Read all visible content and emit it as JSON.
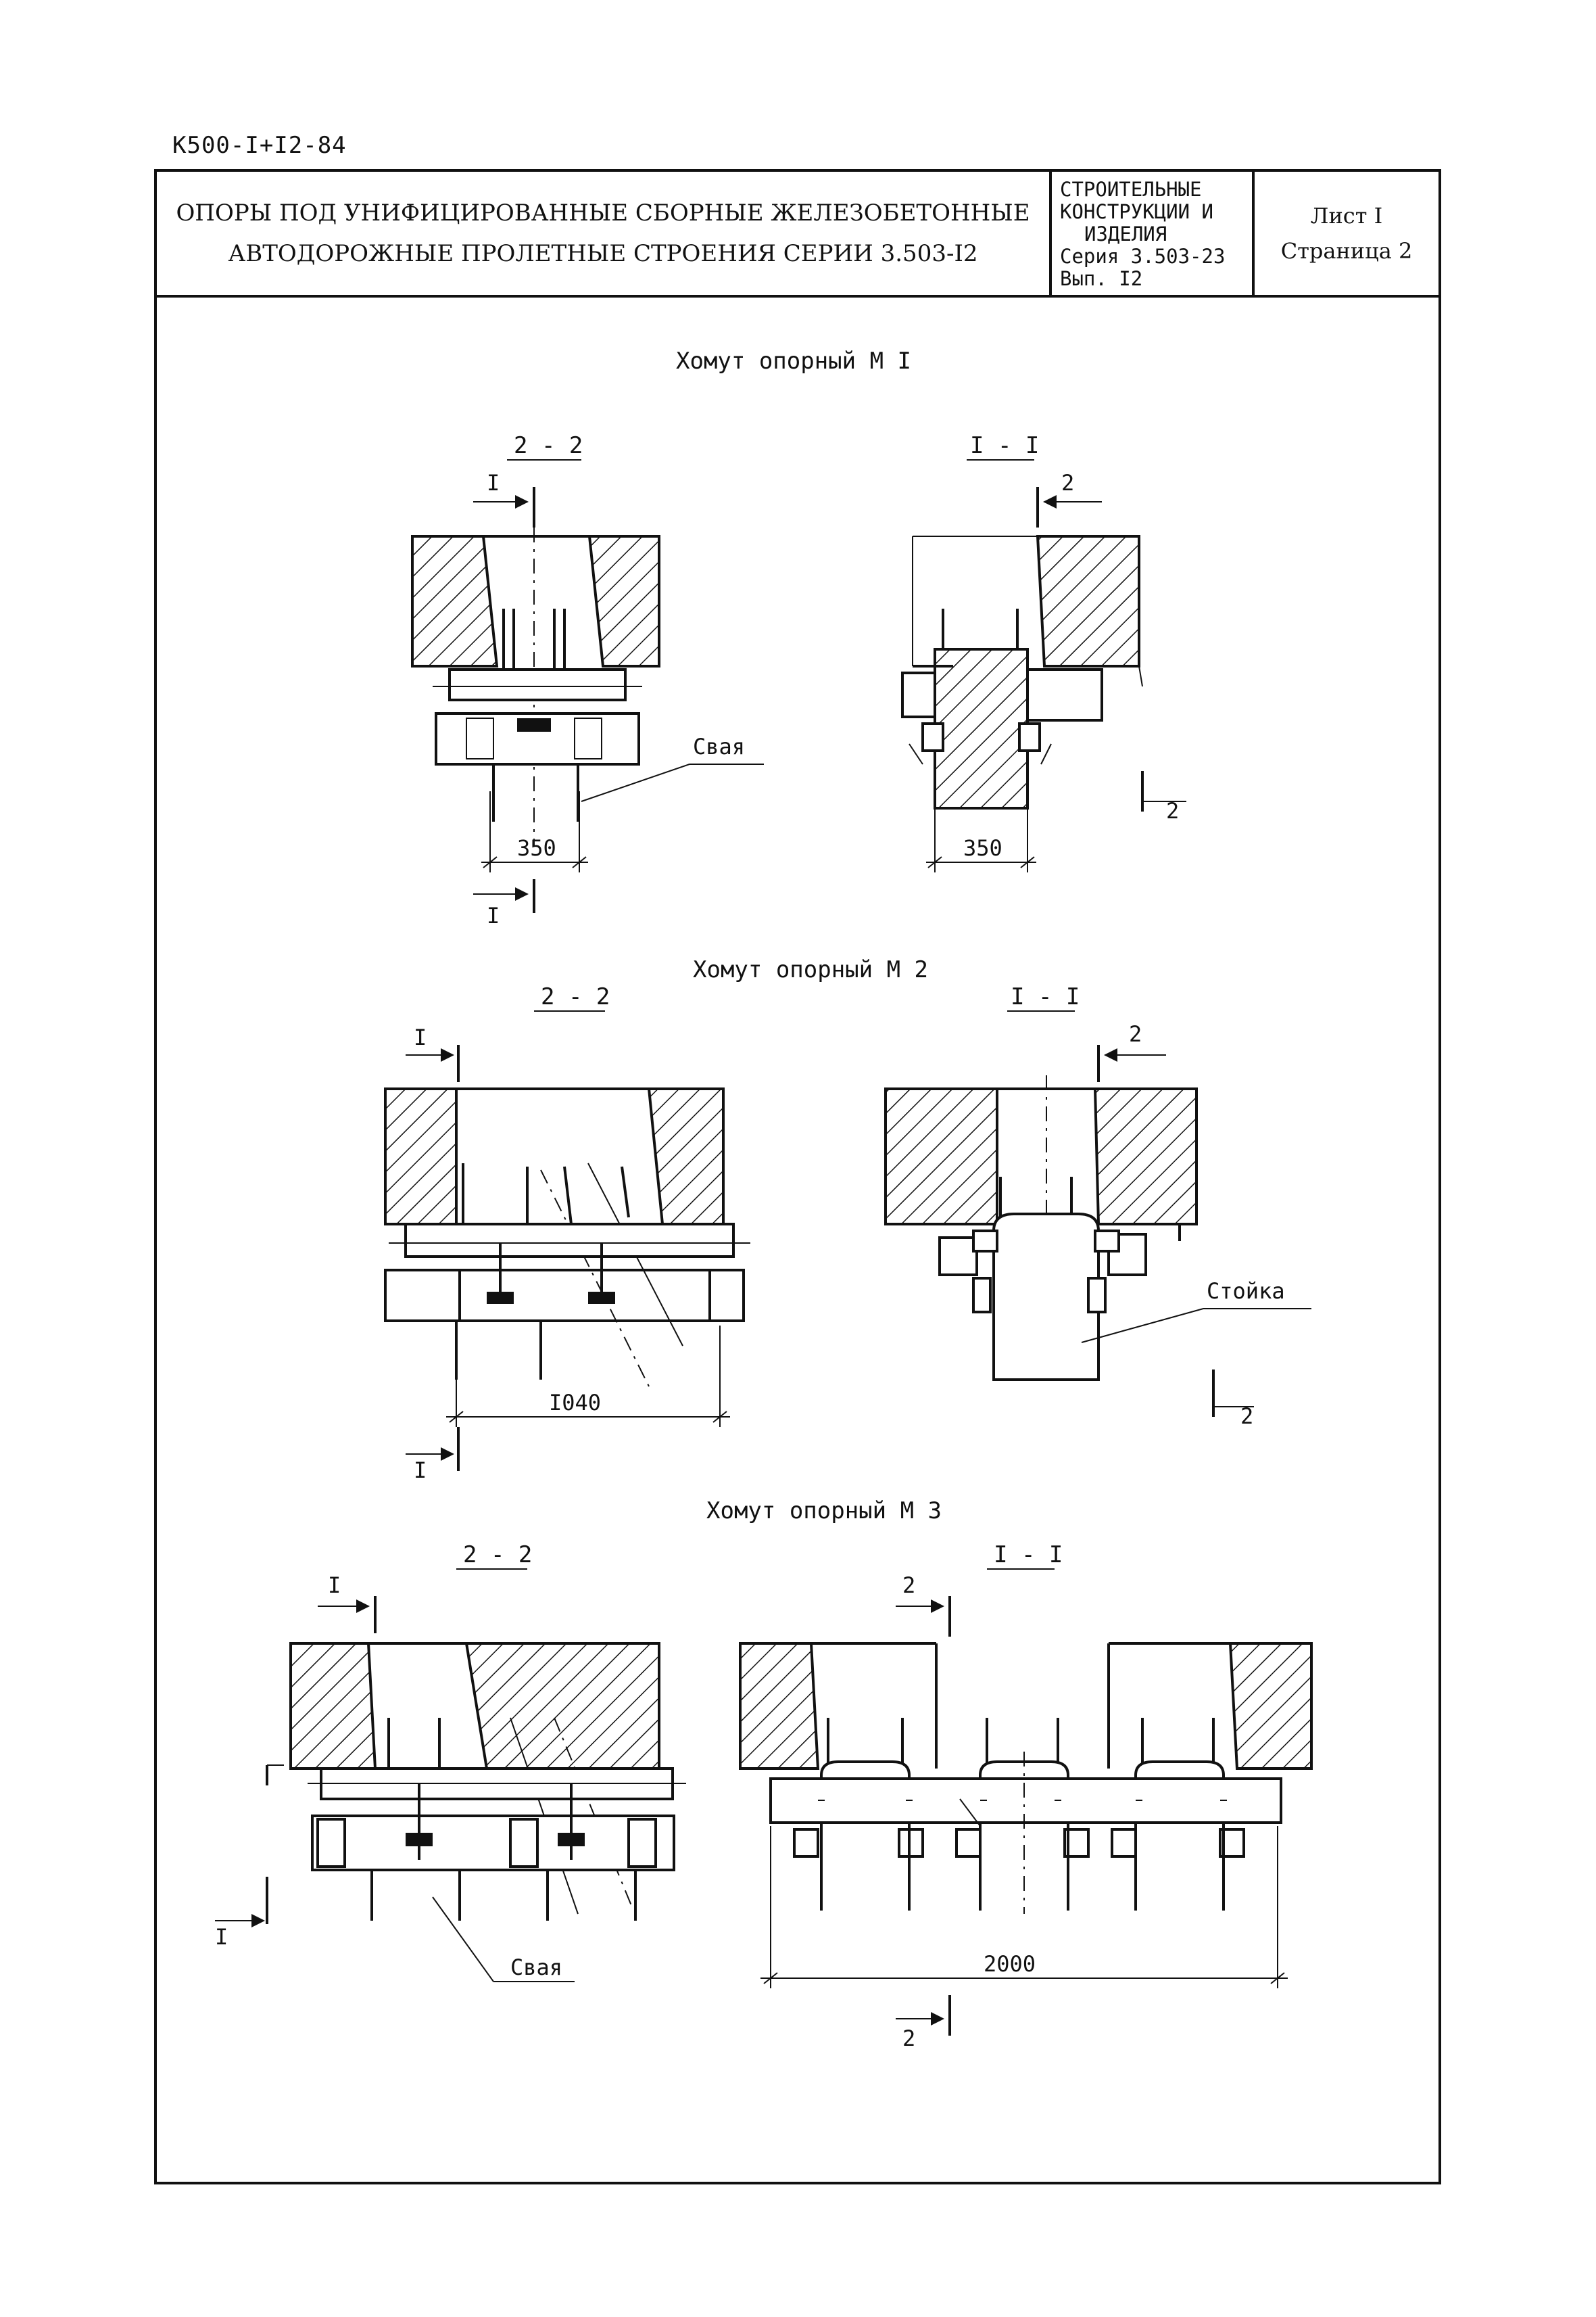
{
  "header": {
    "doc_code": "К500-I+I2-84",
    "title_line1": "ОПОРЫ ПОД УНИФИЦИРОВАННЫЕ СБОРНЫЕ ЖЕЛЕЗОБЕТОННЫЕ",
    "title_line2": "АВТОДОРОЖНЫЕ ПРОЛЕТНЫЕ СТРОЕНИЯ СЕРИИ 3.503-I2",
    "series_line1": "СТРОИТЕЛЬНЫЕ",
    "series_line2": "КОНСТРУКЦИИ И",
    "series_line3": "ИЗДЕЛИЯ",
    "series_line4": "Серия 3.503-23",
    "series_line5": "Вып. I2",
    "sheet_label": "Лист I",
    "page_label": "Страница  2"
  },
  "sections": {
    "m1": {
      "title": "Хомут опорный М I",
      "left_view": "2 - 2",
      "right_view": "I - I",
      "left_dim": "350",
      "right_dim": "350",
      "callout": "Свая"
    },
    "m2": {
      "title": "Хомут опорный М 2",
      "left_view": "2 - 2",
      "right_view": "I - I",
      "left_dim": "I040",
      "callout": "Стойка"
    },
    "m3": {
      "title": "Хомут опорный М 3",
      "left_view": "2 - 2",
      "right_view": "I - I",
      "right_dim": "2000",
      "callout": "Свая"
    }
  },
  "cut_marks": {
    "one": "I",
    "two": "2"
  }
}
